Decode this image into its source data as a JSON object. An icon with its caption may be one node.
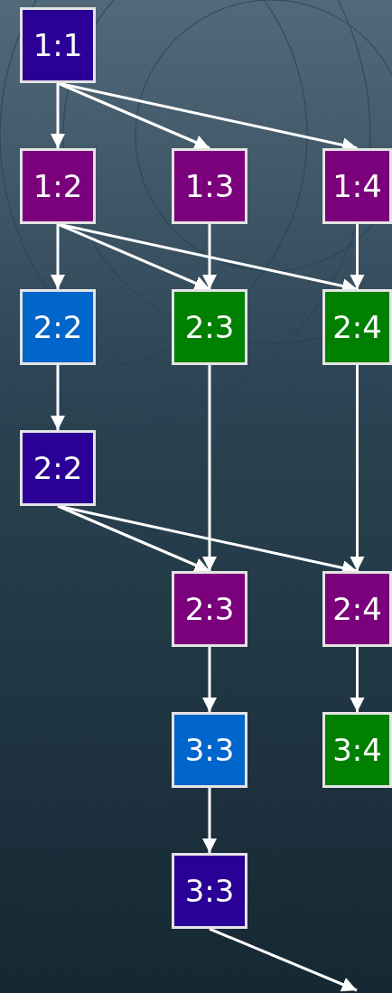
{
  "diagram": {
    "nodes": [
      {
        "text": [
          "1:1"
        ]
      },
      {
        "text": [
          "1:2"
        ]
      },
      {
        "text": [
          "1:3"
        ]
      },
      {
        "text": [
          "1:4"
        ]
      },
      {
        "text": [
          "2:2"
        ]
      },
      {
        "text": [
          "2:3"
        ]
      },
      {
        "text": [
          "2:4"
        ]
      },
      {
        "text": [
          "2:2"
        ]
      },
      {
        "text": [
          "2:3"
        ]
      },
      {
        "text": [
          "2:4"
        ]
      },
      {
        "text": [
          "3:3"
        ]
      },
      {
        "text": [
          "3:4"
        ]
      },
      {
        "text": [
          "3:3"
        ]
      }
    ],
    "edges": [
      {
        "from": 0,
        "to": 1,
        "arrow": "to"
      },
      {
        "from": 0,
        "to": 2,
        "arrow": "to"
      },
      {
        "from": 0,
        "to": 3,
        "arrow": "to"
      },
      {
        "from": 1,
        "to": 4,
        "arrow": "to"
      },
      {
        "from": 1,
        "to": 5,
        "arrow": "to"
      },
      {
        "from": 1,
        "to": 6,
        "arrow": "to"
      },
      {
        "from": 2,
        "to": 5,
        "arrow": "to"
      },
      {
        "from": 3,
        "to": 6,
        "arrow": "to"
      },
      {
        "from": 4,
        "to": 7,
        "arrow": "to"
      },
      {
        "from": 5,
        "to": 8,
        "arrow": "to"
      },
      {
        "from": 6,
        "to": 9,
        "arrow": "to"
      },
      {
        "from": 7,
        "to": 8,
        "arrow": "to"
      },
      {
        "from": 7,
        "to": 9,
        "arrow": "to"
      },
      {
        "from": 8,
        "to": 10,
        "arrow": "to"
      },
      {
        "from": 9,
        "to": 11,
        "arrow": "to"
      },
      {
        "from": 10,
        "to": 12,
        "arrow": "to"
      },
      {
        "from": 12,
        "to": null,
        "arrow": "to"
      }
    ]
  }
}
